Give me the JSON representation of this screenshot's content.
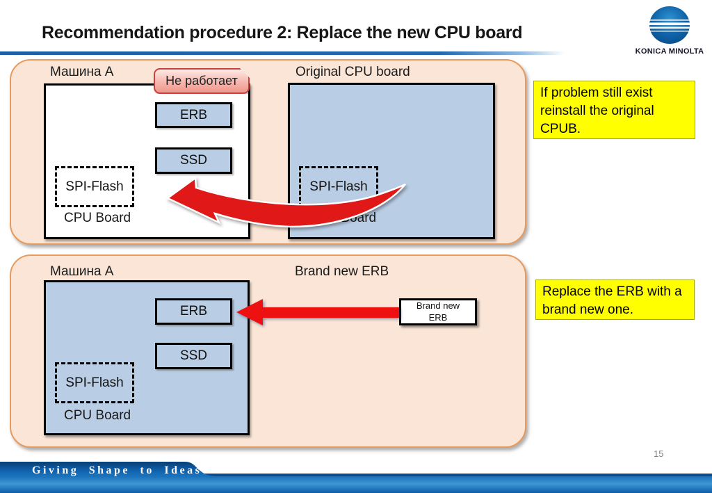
{
  "header": {
    "title": "Recommendation procedure 2: Replace the new CPU board",
    "logo_text": "KONICA MINOLTA"
  },
  "panel1": {
    "machine_label": "Машина A",
    "callout": "Не работает",
    "erb": "ERB",
    "ssd": "SSD",
    "spi_flash": "SPI-Flash",
    "cpu_board_label": "CPU Board",
    "right_title": "Original CPU board",
    "right_spi_flash": "SPI-Flash",
    "right_cpu_board_label": "CPU Board",
    "note": "If problem still exist reinstall the original CPUB."
  },
  "panel2": {
    "machine_label": "Машина A",
    "erb": "ERB",
    "ssd": "SSD",
    "spi_flash": "SPI-Flash",
    "cpu_board_label": "CPU Board",
    "right_title": "Brand new ERB",
    "new_erb_line1": "Brand new",
    "new_erb_line2": "ERB",
    "note": "Replace the ERB with a brand new one."
  },
  "footer": {
    "slogan": "Giving Shape to Ideas",
    "page_number": "15"
  },
  "colors": {
    "panel_fill": "#fbe5d6",
    "panel_border": "#e79a5e",
    "chip_blue": "#b9cde4",
    "note_yellow": "#ffff00",
    "arrow_red": "#e11818",
    "accent_blue": "#1d60a8",
    "footer_blue_dark": "#0a4d8c",
    "footer_blue_light": "#3e97d5"
  }
}
